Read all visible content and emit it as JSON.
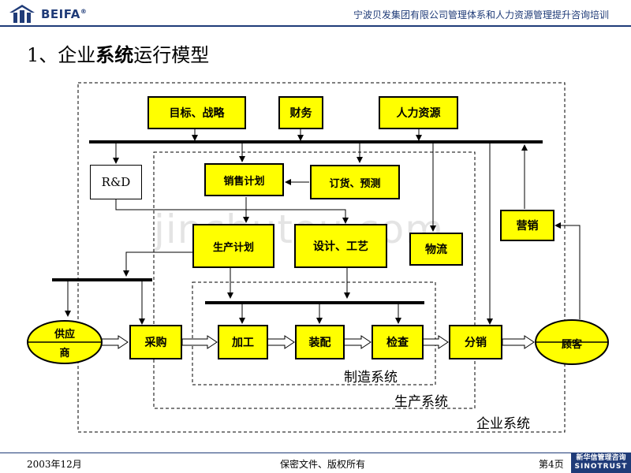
{
  "header": {
    "brand": "BEIFA",
    "registered_mark": "®",
    "company_title": "宁波贝发集团有限公司管理体系和人力资源管理提升咨询培训"
  },
  "slide": {
    "title_prefix": "1、",
    "title_part1": "企业",
    "title_bold1": "系统",
    "title_part2": "运行模型"
  },
  "boxes": {
    "goals": "目标、战略",
    "finance": "财务",
    "hr": "人力资源",
    "rnd": "R&D",
    "sales_plan": "销售计划",
    "order_forecast": "订货、预测",
    "marketing": "营销",
    "production_plan": "生产计划",
    "design_process": "设计、工艺",
    "logistics": "物流",
    "procurement": "采购",
    "processing": "加工",
    "assembly": "装配",
    "inspection": "检查",
    "distribution": "分销",
    "supplier_top": "供应",
    "supplier_bottom": "商",
    "customer": "顾客"
  },
  "systems": {
    "manufacturing": "制造系统",
    "production": "生产系统",
    "enterprise": "企业系统"
  },
  "watermark": "jinchutou.com",
  "footer": {
    "date": "2003年12月",
    "confidential": "保密文件、版权所有",
    "page": "第4页",
    "sino_cn": "新华信管理咨询",
    "sino_en": "SINOTRUST"
  },
  "colors": {
    "box_fill": "#ffff00",
    "brand_blue": "#1f3b78",
    "watermark": "#cfcfcf"
  }
}
